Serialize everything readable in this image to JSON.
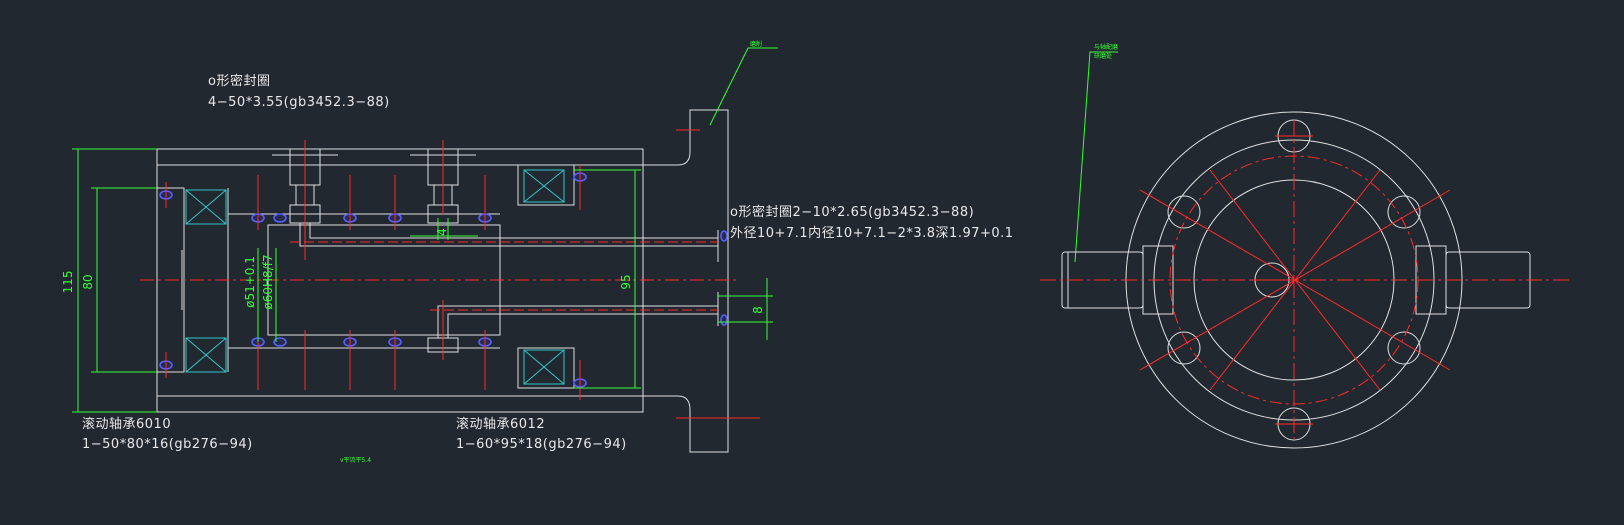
{
  "colors": {
    "background": "#212830",
    "outline": "#e0e0e0",
    "centerline": "#ff2a2a",
    "dimension": "#33ff33",
    "bearing": "#33c6c6",
    "seal": "#5560ff"
  },
  "labels": {
    "oring_top_title": "o形密封圈",
    "oring_top_spec": "4−50*3.55(gb3452.3−88)",
    "oring_right_title": "o形密封圈2−10*2.65(gb3452.3−88)",
    "oring_right_spec": "外径10+7.1内径10+7.1−2*3.8深1.97+0.1",
    "bearing_left_title": "滚动轴承6010",
    "bearing_left_spec": "1−50*80*16(gb276−94)",
    "bearing_right_title": "滚动轴承6012",
    "bearing_right_spec": "1−60*95*18(gb276−94)",
    "tiny_leader_top": "磨削",
    "tiny_leader_right_1": "与轴配磨",
    "tiny_leader_right_2": "研磨处",
    "tiny_bottom_note": "v平流平5.4"
  },
  "dimensions": {
    "d115": "115",
    "d80": "80",
    "d95": "95",
    "d8": "8",
    "d51": "ø51+0.1",
    "d60": "ø60H8/f7",
    "d4": "4"
  }
}
